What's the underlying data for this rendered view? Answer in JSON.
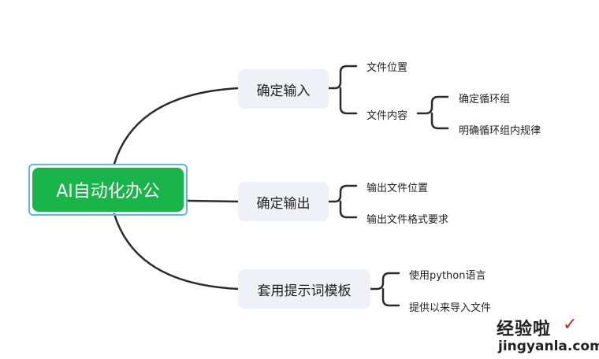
{
  "root": {
    "label": "AI自动化办公"
  },
  "branches": [
    {
      "label": "确定输入",
      "children": [
        {
          "label": "文件位置"
        },
        {
          "label": "文件内容",
          "children": [
            {
              "label": "确定循环组"
            },
            {
              "label": "明确循环组内规律"
            }
          ]
        }
      ]
    },
    {
      "label": "确定输出",
      "children": [
        {
          "label": "输出文件位置"
        },
        {
          "label": "输出文件格式要求"
        }
      ]
    },
    {
      "label": "套用提示词模板",
      "children": [
        {
          "label": "使用python语言"
        },
        {
          "label": "提供以来导入文件"
        }
      ]
    }
  ],
  "watermark": {
    "text": "经验啦",
    "check": "✓",
    "url": "jingyanla.com"
  },
  "colors": {
    "root_fill": "#1ab54a",
    "root_border": "#5fb6ea",
    "branch_fill": "#eef1f5",
    "line": "#2b2b2b"
  }
}
